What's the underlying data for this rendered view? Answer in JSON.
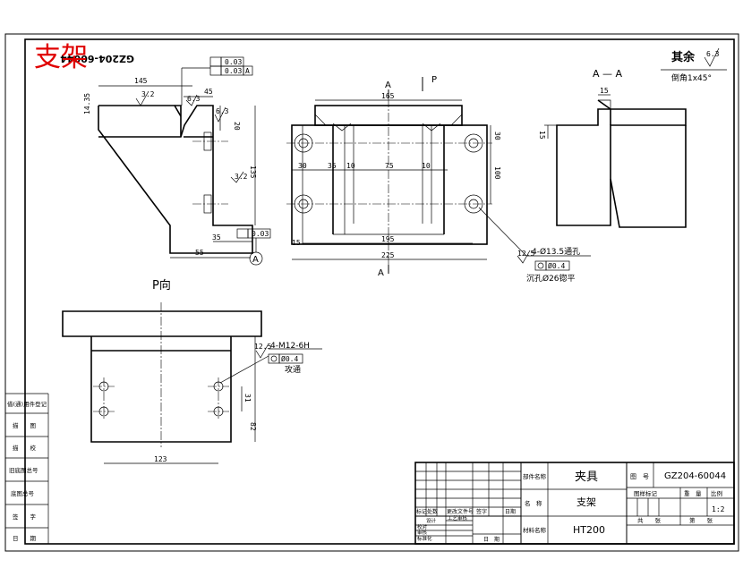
{
  "stamp": "支架",
  "mirrored_code": "GZ204-60044",
  "surface_note": {
    "label": "其余",
    "roughness": "6.3",
    "chamfer": "倒角1x45°"
  },
  "section_label": "A — A",
  "view_label_p": "P向",
  "arrow_p": "P",
  "section_marks": {
    "top": "A",
    "bottom": "A"
  },
  "datum": "A",
  "tolerances": {
    "flat1": "0.03",
    "perp1": "0.03",
    "perp1_ref": "A",
    "flat2": "0.03"
  },
  "left_view": {
    "dims": {
      "d145": "145",
      "d45": "45",
      "d20": "20",
      "d135": "135",
      "d35": "35",
      "d55": "55",
      "d14_35": "14.35"
    },
    "rough": {
      "r1": "3.2",
      "r2": "6.3",
      "r3": "6.3",
      "r4": "3.2"
    }
  },
  "front_view": {
    "dims": {
      "d165": "165",
      "d30a": "30",
      "d30b": "30",
      "d35": "35",
      "d10a": "10",
      "d75": "75",
      "d10b": "10",
      "d100": "100",
      "d195": "195",
      "d225": "225",
      "d15": "15"
    },
    "hole_note": "4-Ø13.5通孔",
    "hole_rough": "12.5",
    "hole_pos": "Ø0.4",
    "cbore_note": "沉孔Ø26锪平"
  },
  "section_view": {
    "dims": {
      "d15a": "15",
      "d15b": "15"
    }
  },
  "p_view": {
    "thread_note": "4-M12-6H",
    "thread_rough": "12.5",
    "thread_pos": "Ø0.4",
    "thread_depth": "攻通",
    "dims": {
      "d123": "123",
      "d31": "31",
      "d82": "82"
    }
  },
  "left_strip": [
    "借(通)用件登记",
    "描　　图",
    "描　　校",
    "旧底图总号",
    "底图总号",
    "签　　字",
    "日　　期"
  ],
  "title_block": {
    "part_name_label": "部件名称",
    "part_name": "夹具",
    "drawing_no_label": "图　号",
    "drawing_no": "GZ204-60044",
    "name_label": "名　称",
    "name": "支架",
    "material_label": "材料名称",
    "material": "HT200",
    "stage_label": "图样标记",
    "weight_label": "重　量",
    "scale_label": "比例",
    "scale": "1:2",
    "sheets_label": "共　　张",
    "sheet_label": "第　　张",
    "rev_headers": [
      "标记",
      "处数",
      "更改文件号",
      "签字",
      "日期"
    ],
    "people": [
      "设计",
      "校对",
      "审核",
      "标准化"
    ],
    "process_label": "工艺审核",
    "date_label": "日　期"
  }
}
